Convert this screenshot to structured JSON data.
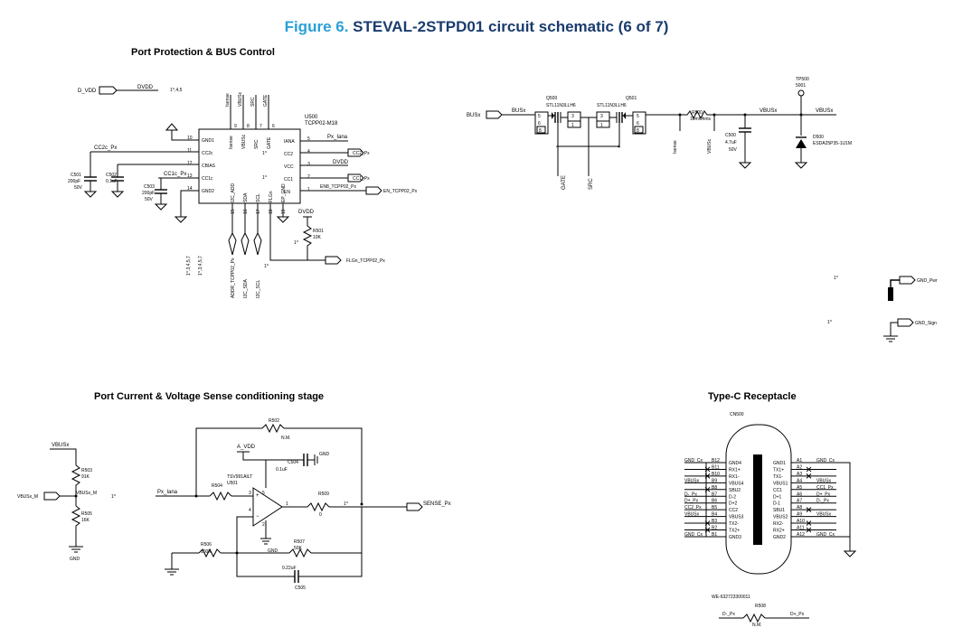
{
  "figure": {
    "number": "Figure 6.",
    "title": "STEVAL-2STPD01 circuit schematic (6 of 7)"
  },
  "sections": {
    "port_protection": "Port Protection & BUS Control",
    "sense_stage": "Port Current & Voltage Sense conditioning stage",
    "typec": "Type-C Receptacle"
  },
  "u500": {
    "ref": "U500",
    "part": "TCPP02-M18",
    "left_pins": [
      {
        "num": "10",
        "name": "GND1"
      },
      {
        "num": "11",
        "name": "CC2c"
      },
      {
        "num": "12",
        "name": "CBIAS"
      },
      {
        "num": "13",
        "name": "CC1c"
      },
      {
        "num": "14",
        "name": "GND2"
      }
    ],
    "right_pins": [
      {
        "num": "5",
        "name": "IANA"
      },
      {
        "num": "4",
        "name": "CC2"
      },
      {
        "num": "3",
        "name": "VCC"
      },
      {
        "num": "2",
        "name": "CC1"
      },
      {
        "num": "1",
        "name": "EN"
      }
    ],
    "top_pins": [
      {
        "num": "9",
        "name": "Isense"
      },
      {
        "num": "8",
        "name": "VBUSc"
      },
      {
        "num": "7",
        "name": "SRC"
      },
      {
        "num": "6",
        "name": "GATE"
      }
    ],
    "bottom_pins": [
      {
        "num": "15",
        "name": "I2C_ADD"
      },
      {
        "num": "16",
        "name": "SDA"
      },
      {
        "num": "17",
        "name": "SCL"
      },
      {
        "num": "18",
        "name": "FLGn"
      },
      {
        "num": "19",
        "name": "EP_GND"
      }
    ],
    "top_nets": [
      "Isense",
      "VBUSc",
      "SRC",
      "GATE"
    ],
    "bottom_nets": [
      "ADDR_TCPP02_Px",
      "I2C_SDA",
      "I2C_SCL"
    ],
    "mark": "1^"
  },
  "pp_labels": {
    "d_vdd": "D_VDD",
    "dvdd": "DVDD",
    "ref145": "1^,4,5",
    "cc2c_px": "CC2c_Px",
    "cc1c_px": "CC1c_Px",
    "px_iana": "Px_Iana",
    "cc2_px": "CC2_Px",
    "cc1_px": "CC1_Px",
    "en_net": "EN8_TCPP02_Px",
    "en_out": "EN_TCPP02_Px",
    "flgn_out": "FLGn_TCPP02_Px",
    "dvdd2": "DVDD",
    "ref1": "1^,3,4,5,7",
    "ref2": "1^,3,4,5,7",
    "mark": "1^"
  },
  "passives_pp": {
    "c501": [
      "C501",
      "200pF",
      "50V"
    ],
    "c502": [
      "C502",
      "0.1uF"
    ],
    "c503": [
      "C503",
      "200pF",
      "50V"
    ],
    "r501": [
      "R501",
      "10K"
    ]
  },
  "mosfets": {
    "q500": {
      "ref": "Q500",
      "part": "STL11N3LLH6"
    },
    "q501": {
      "ref": "Q501",
      "part": "STL11N3LLH6"
    },
    "busx_left": "BUSx",
    "busx_net": "BUSx",
    "gate": "GATE",
    "src": "SRC",
    "isense": "Isense",
    "vbusc": "VBUSc",
    "pin4": "4"
  },
  "bus_right": {
    "r500": [
      "R500",
      "10mOhms"
    ],
    "vbusx": "VBUSx",
    "vbusx2": "VBUSx",
    "c500": [
      "C500",
      "4.7uF",
      "50V"
    ],
    "tp500": [
      "TP500",
      "5001"
    ],
    "d500": [
      "D500",
      "ESDA25P35-1U1M"
    ]
  },
  "gnd_labels": {
    "pwr": "GND_Pwr",
    "sign": "GND_Sign",
    "m1": "1^",
    "m2": "1^"
  },
  "sense": {
    "vbusx": "VBUSx",
    "r503": [
      "R503",
      "91K"
    ],
    "vbusx_m": "VBUSx_M",
    "vbusx_m_net": "VBUSx_M",
    "r505": [
      "R505",
      "16K"
    ],
    "gnd": "GND",
    "mark": "1^",
    "r502": [
      "R502",
      "N.M."
    ],
    "a_vdd": "A_VDD",
    "c504": [
      "C504",
      "0.1uF"
    ],
    "gnd2": "GND",
    "opamp": "TSV991AILT",
    "u501": "U501",
    "px_iana": "Px_Iana",
    "r504": "R504",
    "r509": [
      "R509",
      "0"
    ],
    "sense_px": "SENSE_Px",
    "mark2": "1^",
    "r506": [
      "R506",
      "100K"
    ],
    "r507": [
      "R507",
      "50K"
    ],
    "gnd3": "GND",
    "c505": [
      "C505",
      "0.22uF"
    ],
    "opamp_pins": [
      "3",
      "4",
      "1",
      "5",
      "2"
    ]
  },
  "typec": {
    "ref": "CN500",
    "part": "WE-632723300011",
    "left_pins": [
      {
        "pin": "B12",
        "name": "GND4",
        "net": "GND_Cx"
      },
      {
        "pin": "B11",
        "name": "RX1+",
        "net": ""
      },
      {
        "pin": "B10",
        "name": "RX1-",
        "net": ""
      },
      {
        "pin": "B9",
        "name": "VBUS4",
        "net": "VBUSx"
      },
      {
        "pin": "B8",
        "name": "SBU2",
        "net": ""
      },
      {
        "pin": "B7",
        "name": "D-2",
        "net": "D-_Px"
      },
      {
        "pin": "B6",
        "name": "D+2",
        "net": "D+_Px"
      },
      {
        "pin": "B5",
        "name": "CC2",
        "net": "CC2_Px"
      },
      {
        "pin": "B4",
        "name": "VBUS3",
        "net": "VBUSx"
      },
      {
        "pin": "B3",
        "name": "TX2-",
        "net": ""
      },
      {
        "pin": "B2",
        "name": "TX2+",
        "net": ""
      },
      {
        "pin": "B1",
        "name": "GND3",
        "net": "GND_Cx"
      }
    ],
    "right_pins": [
      {
        "pin": "A1",
        "name": "GND1",
        "net": "GND_Cx"
      },
      {
        "pin": "A2",
        "name": "TX1+",
        "net": ""
      },
      {
        "pin": "A3",
        "name": "TX1-",
        "net": ""
      },
      {
        "pin": "A4",
        "name": "VBUS1",
        "net": "VBUSx"
      },
      {
        "pin": "A5",
        "name": "CC1",
        "net": "CC1_Px"
      },
      {
        "pin": "A6",
        "name": "D+1",
        "net": "D+_Px"
      },
      {
        "pin": "A7",
        "name": "D-1",
        "net": "D-_Px"
      },
      {
        "pin": "A8",
        "name": "SBU1",
        "net": ""
      },
      {
        "pin": "A9",
        "name": "VBUS2",
        "net": "VBUSx"
      },
      {
        "pin": "A10",
        "name": "RX2-",
        "net": ""
      },
      {
        "pin": "A11",
        "name": "RX2+",
        "net": ""
      },
      {
        "pin": "A12",
        "name": "GND2",
        "net": "GND_Cx"
      }
    ],
    "r508": [
      "R508",
      "N.M."
    ],
    "dminus": "D-_Px",
    "dplus": "D+_Px"
  }
}
